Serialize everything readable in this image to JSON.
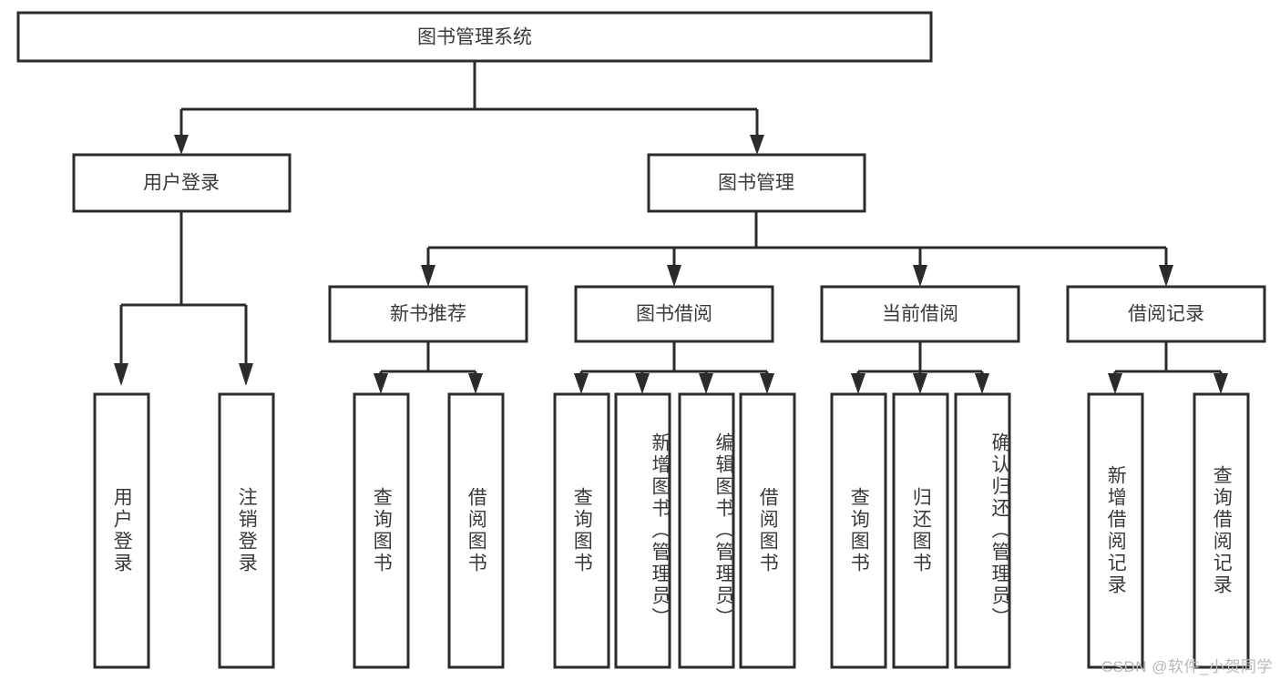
{
  "diagram": {
    "title": "图书管理系统",
    "type": "tree-hierarchy-chart",
    "root": {
      "label": "图书管理系统"
    },
    "level2": [
      {
        "label": "用户登录"
      },
      {
        "label": "图书管理"
      }
    ],
    "level3": [
      {
        "label": "新书推荐"
      },
      {
        "label": "图书借阅"
      },
      {
        "label": "当前借阅"
      },
      {
        "label": "借阅记录"
      }
    ],
    "leaves": [
      {
        "label": "用户登录"
      },
      {
        "label": "注销登录"
      },
      {
        "label": "查询图书"
      },
      {
        "label": "借阅图书"
      },
      {
        "label": "查询图书"
      },
      {
        "label": "新增图书（管理员）"
      },
      {
        "label": "编辑图书（管理员）"
      },
      {
        "label": "借阅图书"
      },
      {
        "label": "查询图书"
      },
      {
        "label": "归还图书"
      },
      {
        "label": "确认归还（管理员）"
      },
      {
        "label": "新增借阅记录"
      },
      {
        "label": "查询借阅记录"
      }
    ]
  },
  "watermark": {
    "text": "CSDN @软件_小贺同学"
  },
  "colors": {
    "stroke": "#2b2b2b",
    "fill": "#ffffff",
    "text": "#3a3a3a",
    "watermark": "#b9b9b9"
  }
}
